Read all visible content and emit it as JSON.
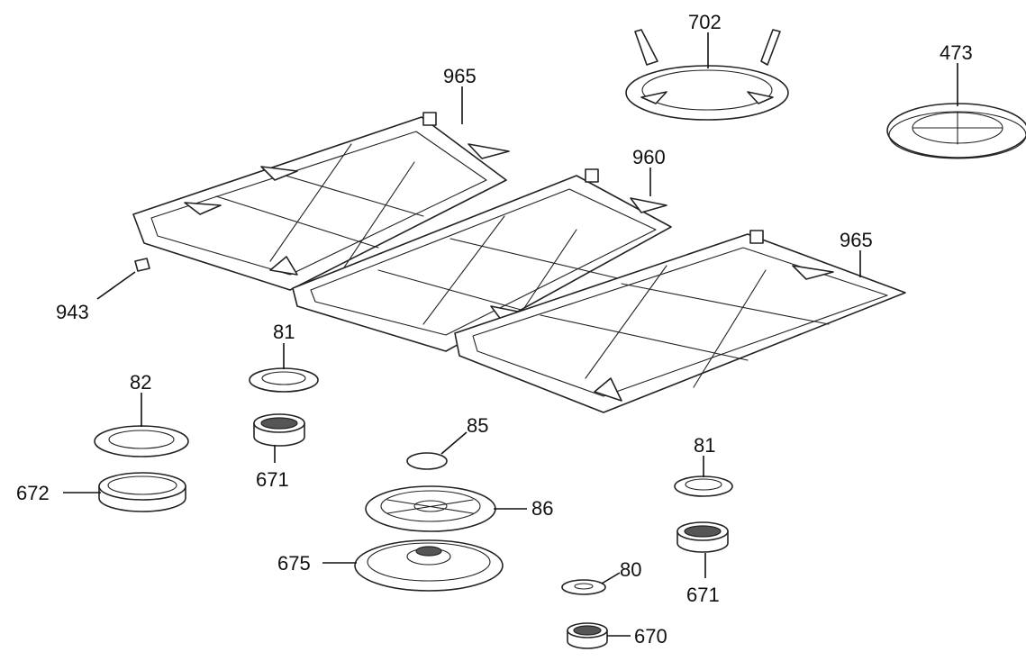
{
  "diagram": {
    "callouts": {
      "c702": "702",
      "c473": "473",
      "c965_top": "965",
      "c960": "960",
      "c965_right": "965",
      "c943": "943",
      "c81_left": "81",
      "c82": "82",
      "c671_left": "671",
      "c672": "672",
      "c85": "85",
      "c86": "86",
      "c675": "675",
      "c81_right": "81",
      "c671_right": "671",
      "c80": "80",
      "c670": "670"
    }
  }
}
